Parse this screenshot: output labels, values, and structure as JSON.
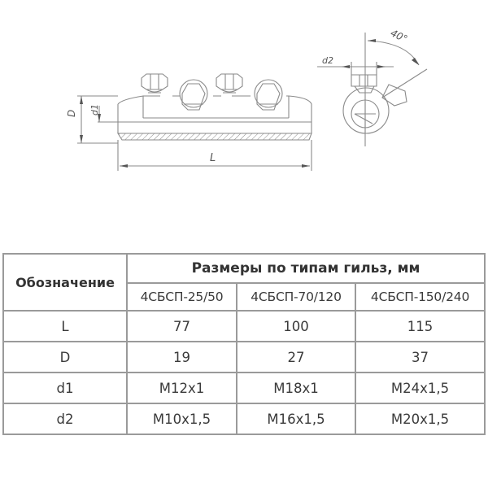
{
  "drawing": {
    "labels": {
      "D": "D",
      "d1": "d1",
      "L": "L",
      "d2": "d2",
      "angle": "40°"
    }
  },
  "table": {
    "designation_header": "Обозначение",
    "group_header": "Размеры по типам гильз, мм",
    "types": [
      "4СБСП-25/50",
      "4СБСП-70/120",
      "4СБСП-150/240"
    ],
    "rows": [
      {
        "param": "L",
        "values": [
          "77",
          "100",
          "115"
        ]
      },
      {
        "param": "D",
        "values": [
          "19",
          "27",
          "37"
        ]
      },
      {
        "param": "d1",
        "values": [
          "M12x1",
          "M18x1",
          "M24x1,5"
        ]
      },
      {
        "param": "d2",
        "values": [
          "M10x1,5",
          "M16x1,5",
          "M20x1,5"
        ]
      }
    ]
  }
}
